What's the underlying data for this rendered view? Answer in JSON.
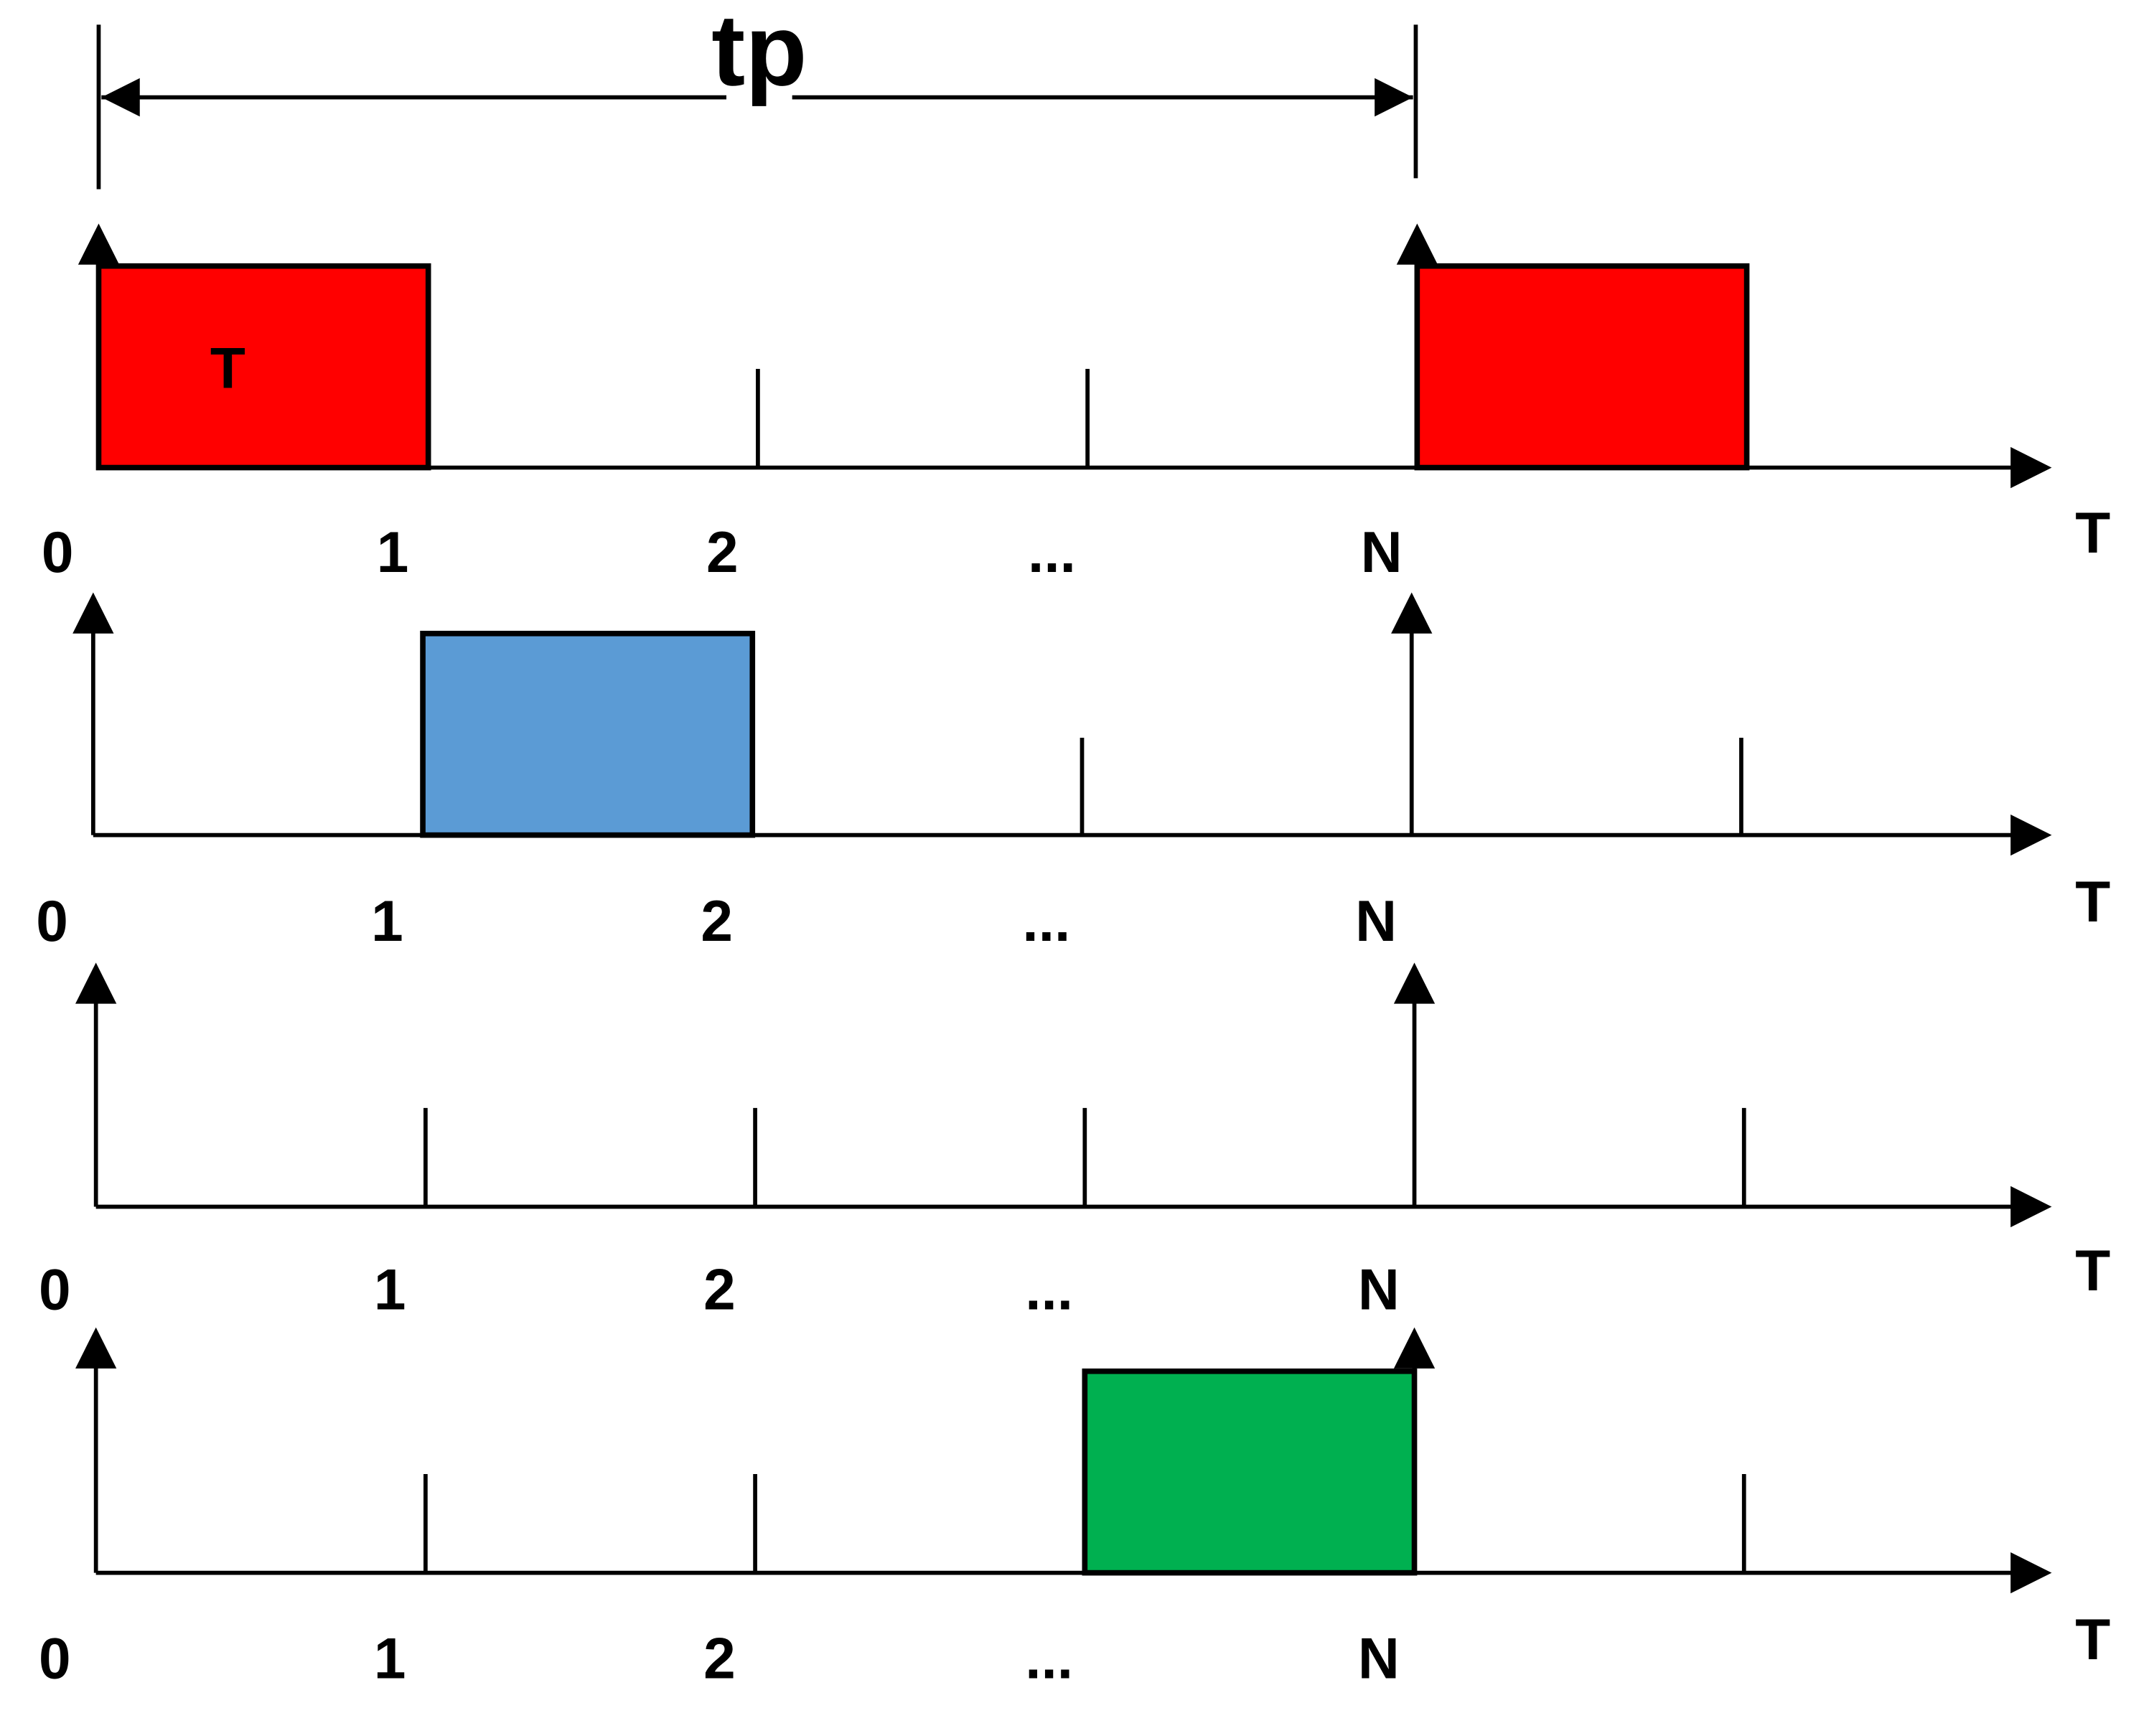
{
  "colors": {
    "stroke": "#000000",
    "slot_red": "#ff0000",
    "slot_blue": "#5b9bd5",
    "slot_green": "#00b050"
  },
  "period": {
    "label": "tp"
  },
  "timelines": [
    {
      "axis_label": "T",
      "ticks": [
        "0",
        "1",
        "2",
        "...",
        "N"
      ],
      "slots": [
        {
          "from": 0,
          "to": 1,
          "color": "#ff0000",
          "label": "T"
        },
        {
          "from": 4,
          "to": 5,
          "color": "#ff0000",
          "label": ""
        }
      ]
    },
    {
      "axis_label": "T",
      "ticks": [
        "0",
        "1",
        "2",
        "...",
        "N"
      ],
      "slots": [
        {
          "from": 1,
          "to": 2,
          "color": "#5b9bd5",
          "label": ""
        }
      ]
    },
    {
      "axis_label": "T",
      "ticks": [
        "0",
        "1",
        "2",
        "...",
        "N"
      ],
      "slots": []
    },
    {
      "axis_label": "T",
      "ticks": [
        "0",
        "1",
        "2",
        "...",
        "N"
      ],
      "slots": [
        {
          "from": 3,
          "to": 4,
          "color": "#00b050",
          "label": ""
        }
      ]
    }
  ]
}
